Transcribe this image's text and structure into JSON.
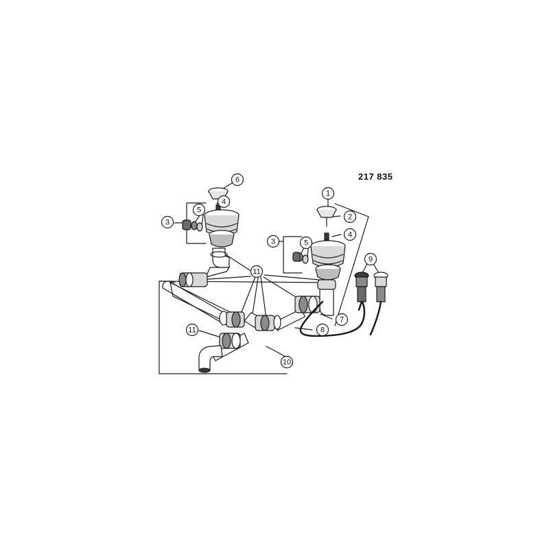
{
  "part_number": "217 835",
  "callouts": [
    {
      "id": "1",
      "label": "1"
    },
    {
      "id": "2",
      "label": "2"
    },
    {
      "id": "3a",
      "label": "3"
    },
    {
      "id": "3b",
      "label": "3"
    },
    {
      "id": "4a",
      "label": "4"
    },
    {
      "id": "4b",
      "label": "4"
    },
    {
      "id": "5a",
      "label": "5"
    },
    {
      "id": "5b",
      "label": "5"
    },
    {
      "id": "6",
      "label": "6"
    },
    {
      "id": "7",
      "label": "7"
    },
    {
      "id": "8",
      "label": "8"
    },
    {
      "id": "9",
      "label": "9"
    },
    {
      "id": "10",
      "label": "10"
    },
    {
      "id": "11a",
      "label": "11"
    },
    {
      "id": "11b",
      "label": "11"
    }
  ],
  "colors": {
    "line": "#1a1a1a",
    "fill": "#ffffff",
    "shade": "#8a8a8a",
    "dark": "#3a3a3a"
  }
}
